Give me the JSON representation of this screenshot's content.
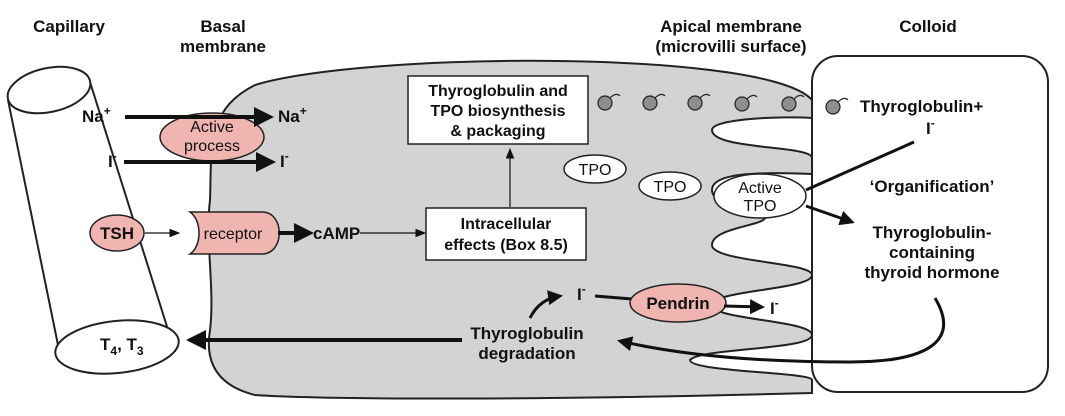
{
  "headers": {
    "capillary": "Capillary",
    "basal_line1": "Basal",
    "basal_line2": "membrane",
    "apical_line1": "Apical membrane",
    "apical_line2": "(microvilli surface)",
    "colloid": "Colloid"
  },
  "ions": {
    "na_left": "Na",
    "na_left_sup": "+",
    "na_right": "Na",
    "na_right_sup": "+",
    "i_left": "I",
    "i_left_sup": "-",
    "i_right": "I",
    "i_right_sup": "-"
  },
  "active_process": {
    "line1": "Active",
    "line2": "process"
  },
  "tsh": "TSH",
  "receptor": "receptor",
  "camp": "cAMP",
  "intracellular": {
    "line1": "Intracellular",
    "line2": "effects (Box 8.5)"
  },
  "biosynthesis": {
    "line1": "Thyroglobulin and",
    "line2": "TPO biosynthesis",
    "line3": "& packaging"
  },
  "tpo_1": "TPO",
  "tpo_2": "TPO",
  "active_tpo": {
    "line1": "Active",
    "line2": "TPO"
  },
  "colloid_labels": {
    "thyroglobulin_plus": "Thyroglobulin+",
    "iodide": "I",
    "iodide_sup": "-",
    "organification": "‘Organification’",
    "hormone_line1": "Thyroglobulin-",
    "hormone_line2": "containing",
    "hormone_line3": "thyroid hormone"
  },
  "pendrin": "Pendrin",
  "iodide_in": "I",
  "iodide_in_sup": "-",
  "iodide_out": "I",
  "iodide_out_sup": "-",
  "degradation": {
    "line1": "Thyroglobulin",
    "line2": "degradation"
  },
  "t4": "T",
  "t4_sub": "4",
  "t4_sep": ", ",
  "t3": "T",
  "t3_sub": "3",
  "colors": {
    "cell_fill": "#d3d3d3",
    "pink_fill": "#f0b5b0",
    "outline": "#222222",
    "vesicle_fill": "#8e8e8e"
  }
}
